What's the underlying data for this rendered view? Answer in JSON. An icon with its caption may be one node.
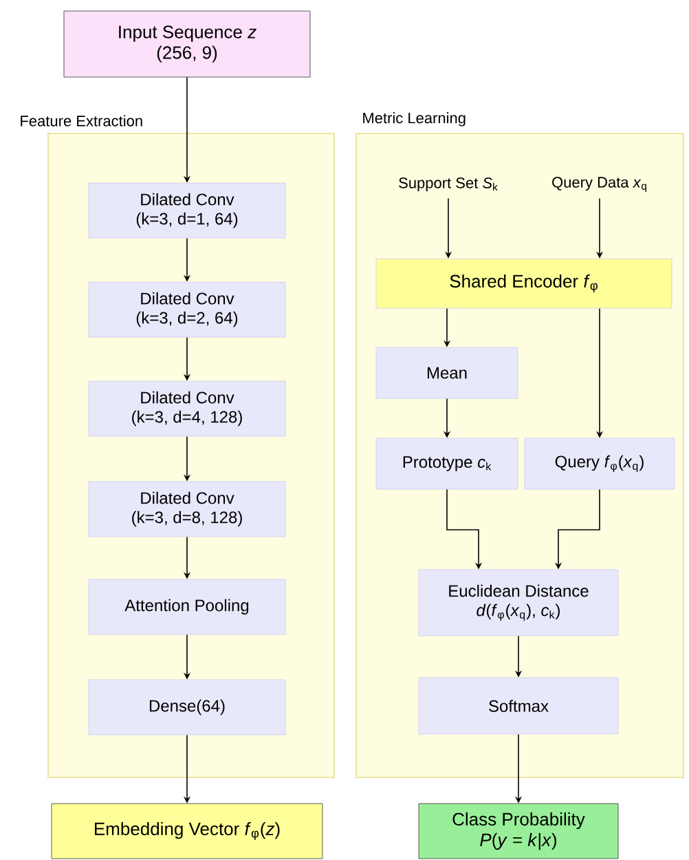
{
  "diagram": {
    "nodes": [
      {
        "text": [
          "Input Sequence *z*",
          "(256, 9)"
        ]
      },
      {
        "text": [
          "Feature Extraction"
        ]
      },
      {
        "text": [
          "Dilated Conv",
          "(k=3, d=1, 64)"
        ],
        "in": 1
      },
      {
        "text": [
          "Dilated Conv",
          "(k=3, d=2, 64)"
        ],
        "in": 1
      },
      {
        "text": [
          "Dilated Conv",
          "(k=3, d=4, 128)"
        ],
        "in": 1
      },
      {
        "text": [
          "Dilated Conv",
          "(k=3, d=8, 128)"
        ],
        "in": 1
      },
      {
        "text": [
          "Attention Pooling"
        ],
        "in": 1
      },
      {
        "text": [
          "Dense(64)"
        ],
        "in": 1
      },
      {
        "text": [
          "Embedding Vector *f*$_{φ}$(*z*)"
        ]
      },
      {
        "text": [
          "Metric Learning"
        ]
      },
      {
        "text": [
          "Support Set *S*$_{k}$"
        ],
        "in": 9
      },
      {
        "text": [
          "Query Data *x*$_{q}$"
        ],
        "in": 9
      },
      {
        "text": [
          "Shared Encoder *f*$_{φ}$"
        ],
        "in": 9
      },
      {
        "text": [
          "Mean"
        ],
        "in": 9
      },
      {
        "text": [
          "Prototype *c*$_{k}$"
        ],
        "in": 9
      },
      {
        "text": [
          "Query *f*$_{φ}$(*x*$_{q}$)"
        ],
        "in": 9
      },
      {
        "text": [
          "Euclidean Distance",
          "*d*(*f*$_{φ}$(*x*$_{q}$), *c*$_{k}$)"
        ],
        "in": 9
      },
      {
        "text": [
          "Softmax"
        ],
        "in": 9
      },
      {
        "text": [
          "Class Probability",
          "*P*(*y* = *k*|*x*)"
        ]
      }
    ],
    "edges": [
      {
        "from": 0,
        "to": 2,
        "arrow": "to"
      },
      {
        "from": 2,
        "to": 3,
        "arrow": "to"
      },
      {
        "from": 3,
        "to": 4,
        "arrow": "to"
      },
      {
        "from": 4,
        "to": 5,
        "arrow": "to"
      },
      {
        "from": 5,
        "to": 6,
        "arrow": "to"
      },
      {
        "from": 6,
        "to": 7,
        "arrow": "to"
      },
      {
        "from": 7,
        "to": 8,
        "arrow": "to"
      },
      {
        "from": 10,
        "to": 12,
        "arrow": "to"
      },
      {
        "from": 11,
        "to": 12,
        "arrow": "to"
      },
      {
        "from": 12,
        "to": 13,
        "arrow": "to"
      },
      {
        "from": 12,
        "to": 15,
        "arrow": "to"
      },
      {
        "from": 13,
        "to": 14,
        "arrow": "to"
      },
      {
        "from": 14,
        "to": 16,
        "arrow": "to"
      },
      {
        "from": 15,
        "to": 16,
        "arrow": "to"
      },
      {
        "from": 16,
        "to": 17,
        "arrow": "to"
      },
      {
        "from": 17,
        "to": 18,
        "arrow": "to"
      }
    ]
  }
}
